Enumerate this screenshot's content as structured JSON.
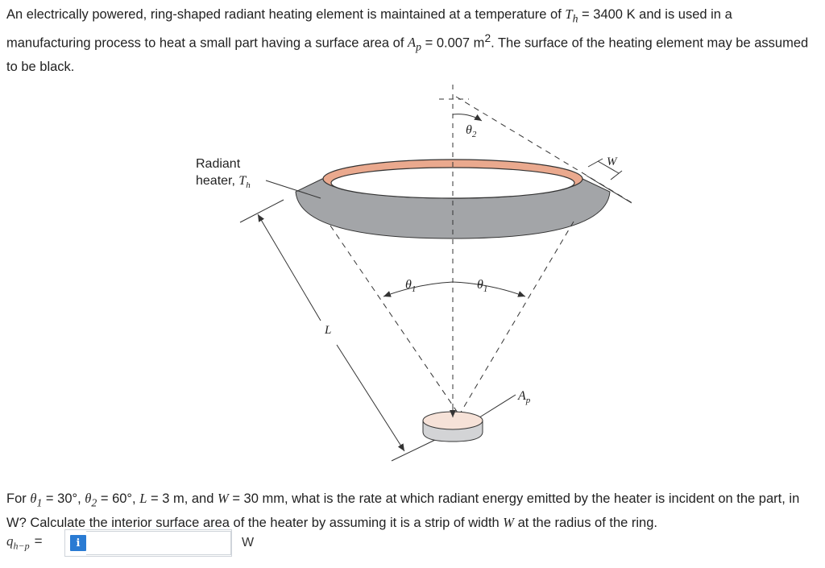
{
  "problem": {
    "part1": "An electrically powered, ring-shaped radiant heating element is maintained at a temperature of ",
    "Th_sym": "T",
    "Th_sub": "h",
    "eq1": " = ",
    "Th_value": "3400 K",
    "part2": " and is used in a manufacturing process to heat a small part having a surface area of ",
    "Ap_sym": "A",
    "Ap_sub": "p",
    "eq2": " = ",
    "Ap_value": "0.007 m",
    "Ap_exp": "2",
    "part3": ". The surface of the heating element may be assumed to be black."
  },
  "figure": {
    "heater_label_line1": "Radiant",
    "heater_label_line2": "heater, ",
    "heater_T": "T",
    "heater_T_sub": "h",
    "theta2": "θ",
    "theta2_sub": "2",
    "theta1_left": "θ",
    "theta1_left_sub": "1",
    "theta1_right": "θ",
    "theta1_right_sub": "1",
    "W_label": "W",
    "L_label": "L",
    "Ap_label": "A",
    "Ap_label_sub": "p",
    "colors": {
      "ring_inner": "#eaa98e",
      "ring_outer": "#a3a5a8",
      "part_top": "#f6e2d8",
      "part_side": "#d3d4d6"
    }
  },
  "question": {
    "for": "For ",
    "t1": "θ",
    "t1_sub": "1",
    "eqa": " = ",
    "t1_val": "30°, ",
    "t2": "θ",
    "t2_sub": "2",
    "eqb": " = ",
    "t2_val": "60°, ",
    "L": "L",
    "eqc": " = ",
    "L_val": "3 m, and ",
    "W": "W",
    "eqd": " = ",
    "W_val": "30 mm, what is the rate at which radiant energy emitted by the heater is incident on the part, in W? Calculate the interior surface area of the heater by assuming it is a strip of width ",
    "W2": "W",
    "tail": " at the radius of the ring."
  },
  "answer": {
    "label_q": "q",
    "label_sub": "h−p",
    "label_eq": "=",
    "info_icon": "i",
    "input_value": "",
    "unit": "W"
  }
}
